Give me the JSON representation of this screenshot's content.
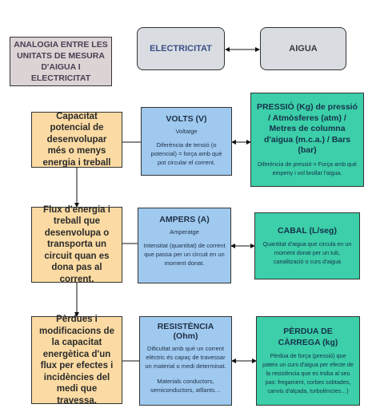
{
  "title": "ANALOGIA ENTRE LES UNITATS DE MESURA D'AIGUA I ELECTRICITAT",
  "header": {
    "left": "ELECTRICITAT",
    "right": "AIGUA"
  },
  "rows": [
    {
      "concept": "Capacitat potencial de desenvolupar més o menys energia i treball",
      "electric": {
        "heading": "VOLTS (V)",
        "sub": "Voltatge",
        "desc": "Diferència de tensió (o potencial) = força amb què pot circular el corrent."
      },
      "water": {
        "heading": "PRESSIÓ (Kg) de pressió / Atmòsferes (atm) / Metres de columna d'aigua (m.c.a.)  / Bars (bar)",
        "desc": "Diferència de pressió = Força amb què empeny i vol brollar l'aigua."
      }
    },
    {
      "concept": "Flux d'energia i treball que desenvolupa o transporta un circuit  quan es dona pas al corrent.",
      "electric": {
        "heading": "AMPERS (A)",
        "sub": "Amperatge",
        "desc": "Intensitat (quantitat) de corrent que passa per un circuit en un moment donat."
      },
      "water": {
        "heading": "CABAL  (L/seg)",
        "desc": "Quantitat d'aigua que circula en un moment donat per un tub, canalització o curs d'aigua"
      }
    },
    {
      "concept": "Pèrdues i modificacions de la capacitat energètica d'un flux per efectes i incidències del medi que travessa.",
      "electric": {
        "heading": "RESISTÈNCIA  (Ohm)",
        "desc": "Dificultat amb què un corrent elèctric és capaç de travessar un material o medi determinat.",
        "desc2": "Materials conductors, semiconductors, aïllants…"
      },
      "water": {
        "heading": "PÈRDUA DE CÀRREGA (kg)",
        "desc": "Pèrdua de força (pressió) que pateix un curs d'aigua per efecte de la resistència que es troba al seu pas: fregament, corbes sobtades, canvis d'alçada, turbolències…)"
      }
    }
  ]
}
